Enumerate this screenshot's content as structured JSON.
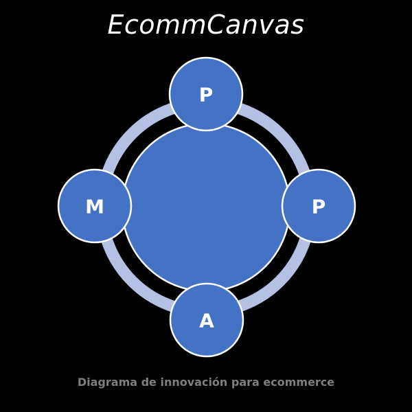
{
  "title": "EcommCanvas",
  "caption": "Diagrama de innovación para ecommerce",
  "colors": {
    "background": "#000000",
    "ring": "#b4c0e4",
    "fill": "#4472c4",
    "outline": "#ffffff",
    "caption": "#7f7f7f"
  },
  "nodes": [
    {
      "position": "top",
      "label": "P"
    },
    {
      "position": "right",
      "label": "P"
    },
    {
      "position": "bottom",
      "label": "A"
    },
    {
      "position": "left",
      "label": "M"
    }
  ]
}
